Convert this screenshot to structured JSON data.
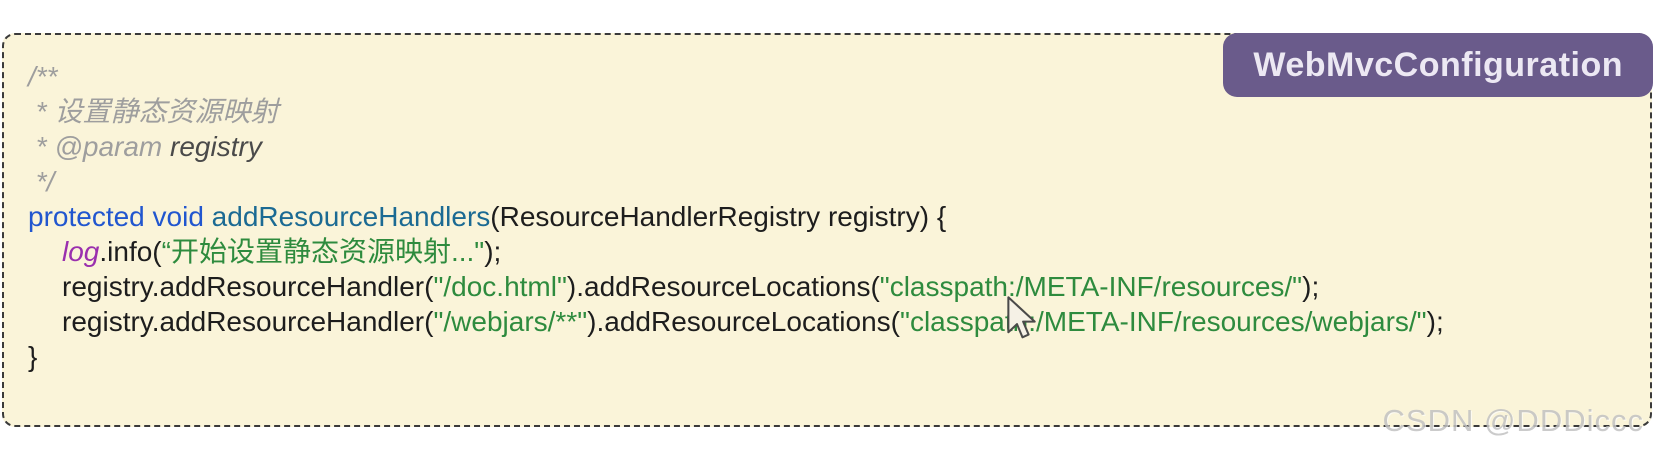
{
  "badge": {
    "label": "WebMvcConfiguration"
  },
  "watermark": {
    "text": "CSDN @DDDiccc"
  },
  "colors": {
    "panel_bg": "#faf4d9",
    "border": "#3a3a3a",
    "comment": "#9e9e9e",
    "comment_param": "#4a4a4a",
    "keyword": "#2156cf",
    "method": "#1b6a93",
    "plain": "#1d1d1d",
    "string": "#2e8b3e",
    "variable": "#9a2fae",
    "badge_bg": "#6a5b8b",
    "badge_text": "#ece8f3",
    "watermark_text": "#c2c2c2"
  },
  "code": {
    "language": "java",
    "lines": [
      {
        "indent": 0,
        "segments": [
          {
            "style": "comment",
            "text": "/**"
          }
        ]
      },
      {
        "indent": 0,
        "segments": [
          {
            "style": "comment",
            "text": " * 设置静态资源映射"
          }
        ]
      },
      {
        "indent": 0,
        "segments": [
          {
            "style": "comment",
            "text": " * @param "
          },
          {
            "style": "comment_param",
            "text": "registry"
          }
        ]
      },
      {
        "indent": 0,
        "segments": [
          {
            "style": "comment",
            "text": " */"
          }
        ]
      },
      {
        "indent": 0,
        "segments": [
          {
            "style": "keyword",
            "text": "protected void "
          },
          {
            "style": "method",
            "text": "addResourceHandlers"
          },
          {
            "style": "plain",
            "text": "(ResourceHandlerRegistry registry) {"
          }
        ]
      },
      {
        "indent": 1,
        "segments": [
          {
            "style": "variable",
            "text": "log"
          },
          {
            "style": "plain",
            "text": ".info("
          },
          {
            "style": "string",
            "text": "“开始设置静态资源映射...\""
          },
          {
            "style": "plain",
            "text": ");"
          }
        ]
      },
      {
        "indent": 1,
        "segments": [
          {
            "style": "plain",
            "text": "registry.addResourceHandler("
          },
          {
            "style": "string",
            "text": "\"/doc.html\""
          },
          {
            "style": "plain",
            "text": ").addResourceLocations("
          },
          {
            "style": "string",
            "text": "\"classpath:/META-INF/resources/\""
          },
          {
            "style": "plain",
            "text": ");"
          }
        ]
      },
      {
        "indent": 1,
        "segments": [
          {
            "style": "plain",
            "text": "registry.addResourceHandler("
          },
          {
            "style": "string",
            "text": "\"/webjars/**\""
          },
          {
            "style": "plain",
            "text": ").addResourceLocations("
          },
          {
            "style": "string",
            "text": "\"classpath:/META-INF/resources/webjars/\""
          },
          {
            "style": "plain",
            "text": ");"
          }
        ]
      },
      {
        "indent": 0,
        "segments": [
          {
            "style": "plain",
            "text": "}"
          }
        ]
      }
    ]
  }
}
